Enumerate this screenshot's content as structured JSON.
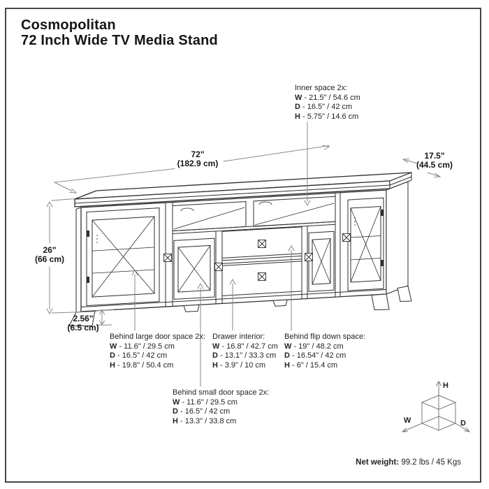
{
  "page": {
    "title_line1": "Cosmopolitan",
    "title_line2": "72 Inch Wide TV Media Stand"
  },
  "dimensions": {
    "width": {
      "inches": "72\"",
      "metric": "(182.9 cm)"
    },
    "depth": {
      "inches": "17.5\"",
      "metric": "(44.5 cm)"
    },
    "height": {
      "inches": "26\"",
      "metric": "(66 cm)"
    },
    "leg_height": {
      "inches": "2.56\"",
      "metric": "(6.5 cm)"
    }
  },
  "annotations": {
    "inner_space": {
      "title": "Inner space 2x:",
      "w_label": "W",
      "w_text": " - 21.5\" / 54.6 cm",
      "d_label": "D",
      "d_text": " - 16.5\" / 42 cm",
      "h_label": "H",
      "h_text": " - 5.75\" / 14.6 cm"
    },
    "behind_large_door": {
      "title": "Behind large door space 2x:",
      "w_label": "W",
      "w_text": " - 11.6\" / 29.5 cm",
      "d_label": "D",
      "d_text": " - 16.5\" / 42 cm",
      "h_label": "H",
      "h_text": " - 19.8\" / 50.4 cm"
    },
    "drawer_interior": {
      "title": "Drawer interior:",
      "w_label": "W",
      "w_text": " - 16.8\" / 42.7 cm",
      "d_label": "D",
      "d_text": " - 13.1\" / 33.3 cm",
      "h_label": "H",
      "h_text": " - 3.9\" / 10 cm"
    },
    "behind_flip_down": {
      "title": "Behind flip down space:",
      "w_label": "W",
      "w_text": " - 19\" / 48.2 cm",
      "d_label": "D",
      "d_text": " - 16.54\" / 42 cm",
      "h_label": "H",
      "h_text": " - 6\" / 15.4 cm"
    },
    "behind_small_door": {
      "title": "Behind small door space 2x:",
      "w_label": "W",
      "w_text": " - 11.6\" / 29.5 cm",
      "d_label": "D",
      "d_text": " - 16.5\" / 42 cm",
      "h_label": "H",
      "h_text": " - 13.3\" / 33.8 cm"
    }
  },
  "net_weight": {
    "label": "Net weight:",
    "value": " 99.2 lbs / 45 Kgs"
  },
  "axis_cube": {
    "h": "H",
    "w": "W",
    "d": "D"
  },
  "colors": {
    "background": "#ffffff",
    "frame": "#454545",
    "line_art": "#2e2e2e",
    "dimension_lines": "#8a8a8a",
    "text": "#1d1d1d"
  }
}
